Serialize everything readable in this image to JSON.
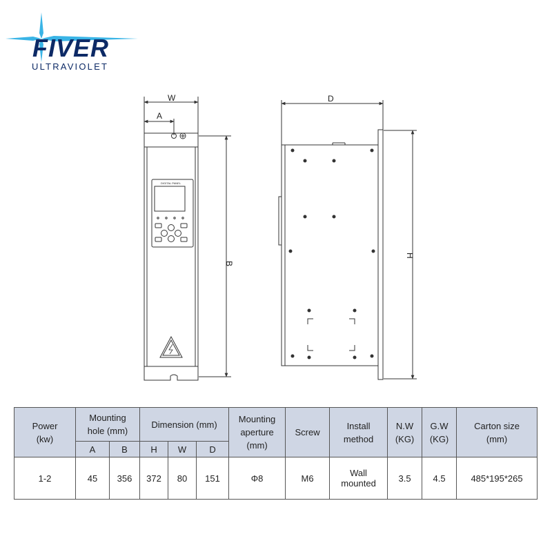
{
  "brand": {
    "name": "FIVER",
    "tagline": "ULTRAVIOLET",
    "color": "#0d2a66",
    "accent": "#39b4e6"
  },
  "drawing": {
    "dims": {
      "w": "W",
      "a": "A",
      "b": "B",
      "d": "D",
      "h": "H"
    },
    "panel_label": "DIGITAL PANEL"
  },
  "table": {
    "headers": {
      "power": "Power\n(kw)",
      "mounting_hole": "Mounting\nhole (mm)",
      "dimension": "Dimension (mm)",
      "mounting_aperture": "Mounting\naperture\n(mm)",
      "screw": "Screw",
      "install_method": "Install\nmethod",
      "nw": "N.W\n(KG)",
      "gw": "G.W\n(KG)",
      "carton": "Carton size\n(mm)",
      "a": "A",
      "b": "B",
      "h": "H",
      "w": "W",
      "d": "D"
    },
    "row": {
      "power": "1-2",
      "a": "45",
      "b": "356",
      "h": "372",
      "w": "80",
      "d": "151",
      "aperture": "Φ8",
      "screw": "M6",
      "install": "Wall\nmounted",
      "nw": "3.5",
      "gw": "4.5",
      "carton": "485*195*265"
    }
  }
}
